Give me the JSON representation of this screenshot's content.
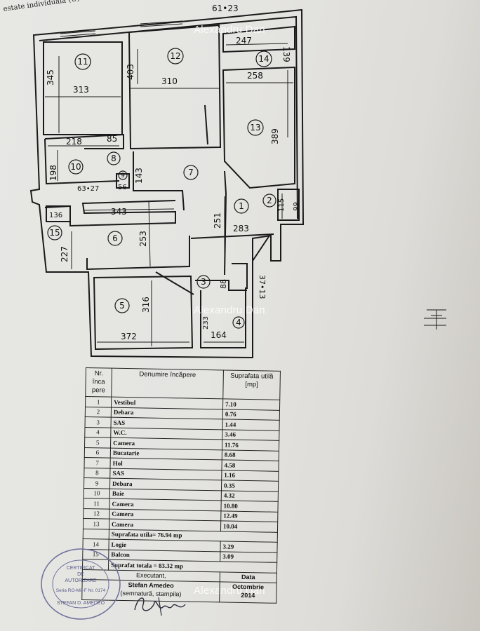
{
  "header_text": "estate individuală (U)",
  "watermark": "Alexandru Dan",
  "plan": {
    "top_dim": "61•23",
    "dims": {
      "d345": "345",
      "d313": "313",
      "d403": "403",
      "d310": "310",
      "d247": "247",
      "d139": "139",
      "d258": "258",
      "d389": "389",
      "d218": "218",
      "d85": "85",
      "d198": "198",
      "d143": "143",
      "d63": "63•27",
      "d56": "56",
      "d343": "343",
      "d136": "136",
      "d227": "227",
      "d253": "253",
      "d251": "251",
      "d283": "283",
      "d115": "115",
      "d66": "66",
      "d88": "88",
      "d37": "37•13",
      "d316": "316",
      "d372": "372",
      "d233": "233",
      "d164": "164"
    },
    "rooms": [
      "1",
      "2",
      "3",
      "4",
      "5",
      "6",
      "7",
      "8",
      "9",
      "10",
      "11",
      "12",
      "13",
      "14",
      "15"
    ]
  },
  "table": {
    "headers": [
      "Nr. înca pere",
      "Denumire încăpere",
      "Suprafata utilă [mp]"
    ],
    "rows": [
      {
        "nr": "1",
        "name": "Vestibul",
        "area": "7.10"
      },
      {
        "nr": "2",
        "name": "Debara",
        "area": "0.76"
      },
      {
        "nr": "3",
        "name": "SAS",
        "area": "1.44"
      },
      {
        "nr": "4",
        "name": "W.C.",
        "area": "3.46"
      },
      {
        "nr": "5",
        "name": "Camera",
        "area": "11.76"
      },
      {
        "nr": "6",
        "name": "Bucatarie",
        "area": "8.68"
      },
      {
        "nr": "7",
        "name": "Hol",
        "area": "4.58"
      },
      {
        "nr": "8",
        "name": "SAS",
        "area": "1.16"
      },
      {
        "nr": "9",
        "name": "Debara",
        "area": "0.35"
      },
      {
        "nr": "10",
        "name": "Baie",
        "area": "4.32"
      },
      {
        "nr": "11",
        "name": "Camera",
        "area": "10.80"
      },
      {
        "nr": "12",
        "name": "Camera",
        "area": "12.49"
      },
      {
        "nr": "13",
        "name": "Camera",
        "area": "10.04"
      }
    ],
    "suprafata_utila": "Suprafata utila= 76.94 mp",
    "extra_rows": [
      {
        "nr": "14",
        "name": "Logie",
        "area": "3.29"
      },
      {
        "nr": "15",
        "name": "Balcon",
        "area": "3.09"
      }
    ],
    "suprafata_totala": "Suprafat totala = 83.32 mp",
    "executant_label": "Executant,",
    "data_label": "Data",
    "executant_name": "Stefan Amedeo",
    "executant_note": "(semnatură, stampila)",
    "date_month": "Octombrie",
    "date_year": "2014"
  },
  "stamp": {
    "line1": "CERTIFICAT",
    "line2": "DE",
    "line3": "AUTORIZARE",
    "line4": "Seria RO-M8-F Nr. 0174",
    "line5": "STEFAN D. AMEDEO"
  }
}
